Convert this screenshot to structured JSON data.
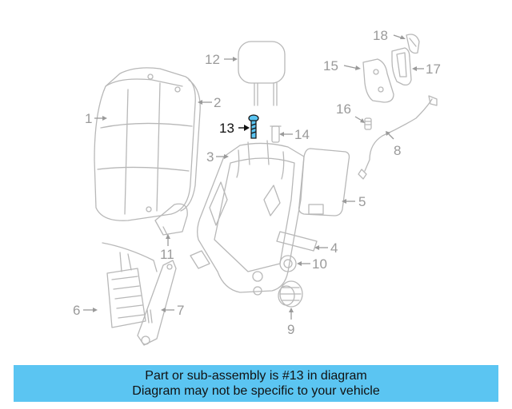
{
  "diagram": {
    "highlighted_part": "13",
    "highlight_color": "#5bc5f2",
    "callouts": {
      "c1": "1",
      "c2": "2",
      "c3": "3",
      "c4": "4",
      "c5": "5",
      "c6": "6",
      "c7": "7",
      "c8": "8",
      "c9": "9",
      "c10": "10",
      "c11": "11",
      "c12": "12",
      "c13": "13",
      "c14": "14",
      "c15": "15",
      "c16": "16",
      "c17": "17",
      "c18": "18"
    }
  },
  "banner": {
    "line1": "Part or sub-assembly is #13 in diagram",
    "line2": "Diagram may not be specific to your vehicle",
    "background": "#5bc5f2"
  }
}
